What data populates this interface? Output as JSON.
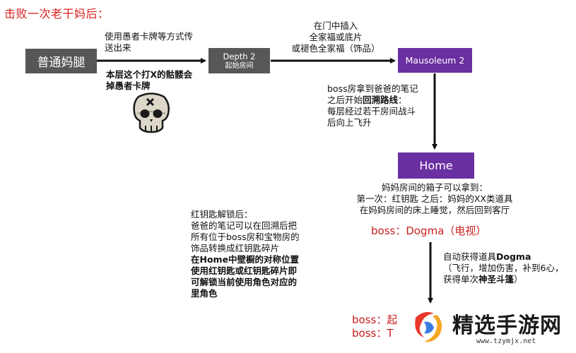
{
  "title": "击败一次老干妈后：",
  "nodes": {
    "start": "普通妈腿",
    "depth2": {
      "label": "Depth 2",
      "sub": "起始房间"
    },
    "mausoleum": "Mausoleum 2",
    "home": "Home"
  },
  "edges": {
    "start_to_depth": [
      "使用愚者卡牌等方式传",
      "送出来"
    ],
    "depth_to_mausoleum": [
      "在门中插入",
      "全家福或底片",
      "或褪色全家福（饰品）"
    ]
  },
  "skull_note": [
    "本层这个打X的骷髅会",
    "掉愚者卡牌"
  ],
  "boss_route": [
    "boss房拿到爸爸的笔记",
    "之后开始",
    "回溯路线",
    "：",
    "每层经过若干房间战斗",
    "后向上飞升"
  ],
  "home_note": [
    "妈妈房间的箱子可以拿到：",
    "第一次：红钥匙   之后：妈妈的XX类道具",
    "在妈妈房间的床上睡觉，然后回到客厅"
  ],
  "boss_dogma": "boss：Dogma（电视）",
  "auto_item": {
    "prefix": "自动获得道具",
    "name": "Dogma",
    "line2": "（飞行，增加伤害，补到6心，",
    "line3_prefix": "获得单次",
    "line3_bold": "神圣斗篷",
    "line3_suffix": "）"
  },
  "red_key": {
    "normal": [
      "红钥匙解锁后：",
      "爸爸的笔记可以在回溯后把",
      "所有位于boss房和宝物房的",
      "饰品转换成红钥匙碎片"
    ],
    "bold": [
      "在Home中壁橱的对称位置",
      "使用红钥匙或红钥匙碎片即",
      "可解锁当前使用角色对应的",
      "里角色"
    ]
  },
  "bottom_boss": [
    "boss：起",
    "boss：T"
  ],
  "watermark": {
    "name": "精选手游网",
    "url": "www.tzymjx.net"
  },
  "colors": {
    "grey": "#575757",
    "purple": "#6a2fa0",
    "red": "#c81e1e",
    "title_red": "#d81e1e"
  }
}
